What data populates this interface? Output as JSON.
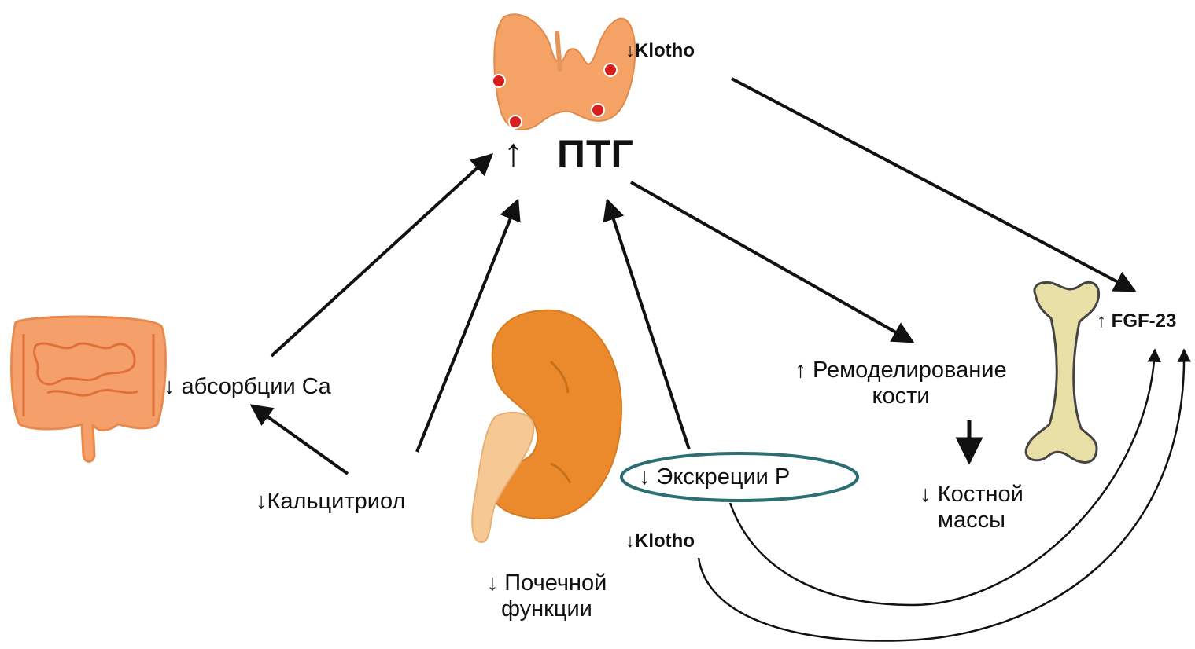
{
  "labels": {
    "klotho_top": "↓Klotho",
    "ptg": "ПТГ",
    "ptg_arrow": "↑",
    "fgf23": "↑ FGF-23",
    "ca_absorption": "↓  абсорбции Ca",
    "remodeling_line1": "↑ Ремоделирование",
    "remodeling_line2": "кости",
    "p_excretion": "↓   Экскреции P",
    "calcitriol": "↓Кальцитриол",
    "bone_mass_line1": "↓ Костной",
    "bone_mass_line2": "массы",
    "klotho_kidney": "↓Klotho",
    "renal_line1": "↓ Почечной",
    "renal_line2": "функции"
  },
  "icons": {
    "thyroid": "parathyroid-gland-icon",
    "intestine": "intestine-icon",
    "kidney": "kidney-icon",
    "bone": "bone-icon"
  },
  "colors": {
    "thyroid_fill": "#f4a266",
    "thyroid_dot": "#d81e1e",
    "intestine_fill": "#f5a06a",
    "kidney_fill": "#eb8a2c",
    "ureter_fill": "#f6c894",
    "bone_fill": "#e8e0a6",
    "ellipse_stroke": "#2c6e74",
    "arrow": "#111111"
  }
}
